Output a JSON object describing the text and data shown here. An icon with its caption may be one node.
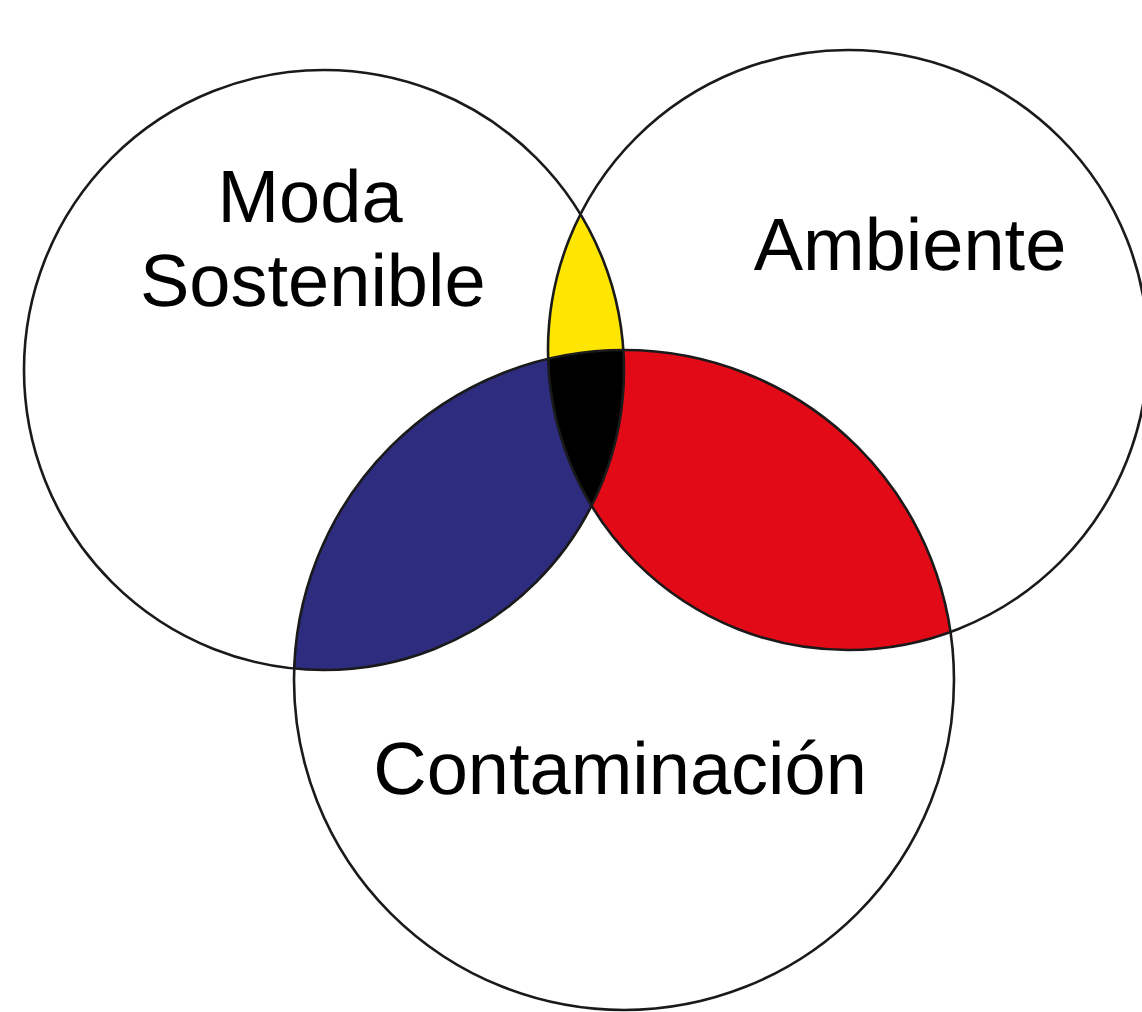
{
  "diagram": {
    "nodes": [
      {
        "text": [
          "Moda Sostenible"
        ]
      },
      {
        "text": [
          "Ambiente"
        ]
      },
      {
        "text": [
          "Contaminación"
        ]
      }
    ],
    "edges": []
  }
}
